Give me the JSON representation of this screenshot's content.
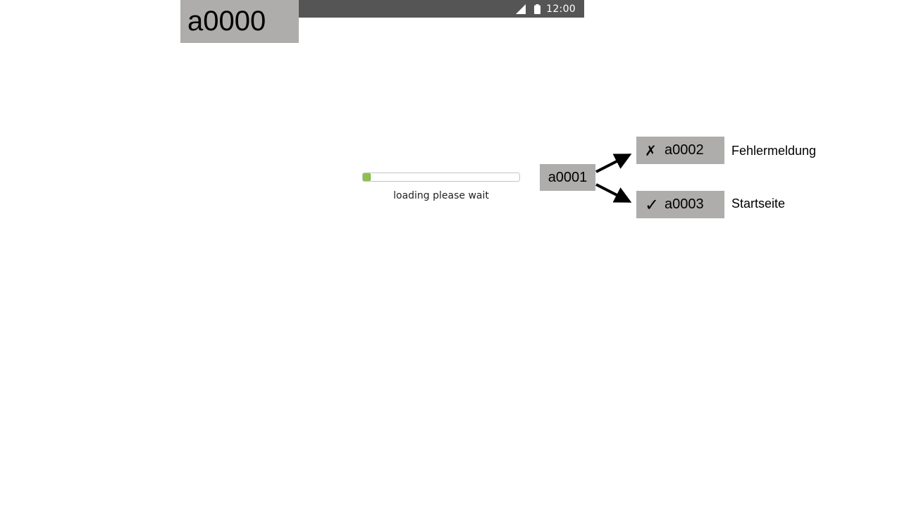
{
  "status_bar": {
    "time": "12:00",
    "icons": [
      "signal-icon",
      "battery-icon"
    ]
  },
  "screen_label": "a0000",
  "loading": {
    "text": "loading please wait",
    "progress_percent": 5,
    "fill_color": "#8cc24b"
  },
  "flow": {
    "source": {
      "id": "a0001"
    },
    "outcomes": [
      {
        "id": "a0002",
        "icon": "cross-icon",
        "glyph": "✗",
        "label": "Fehlermeldung"
      },
      {
        "id": "a0003",
        "icon": "check-icon",
        "glyph": "✓",
        "label": "Startseite"
      }
    ],
    "box_color": "#aeadab"
  }
}
